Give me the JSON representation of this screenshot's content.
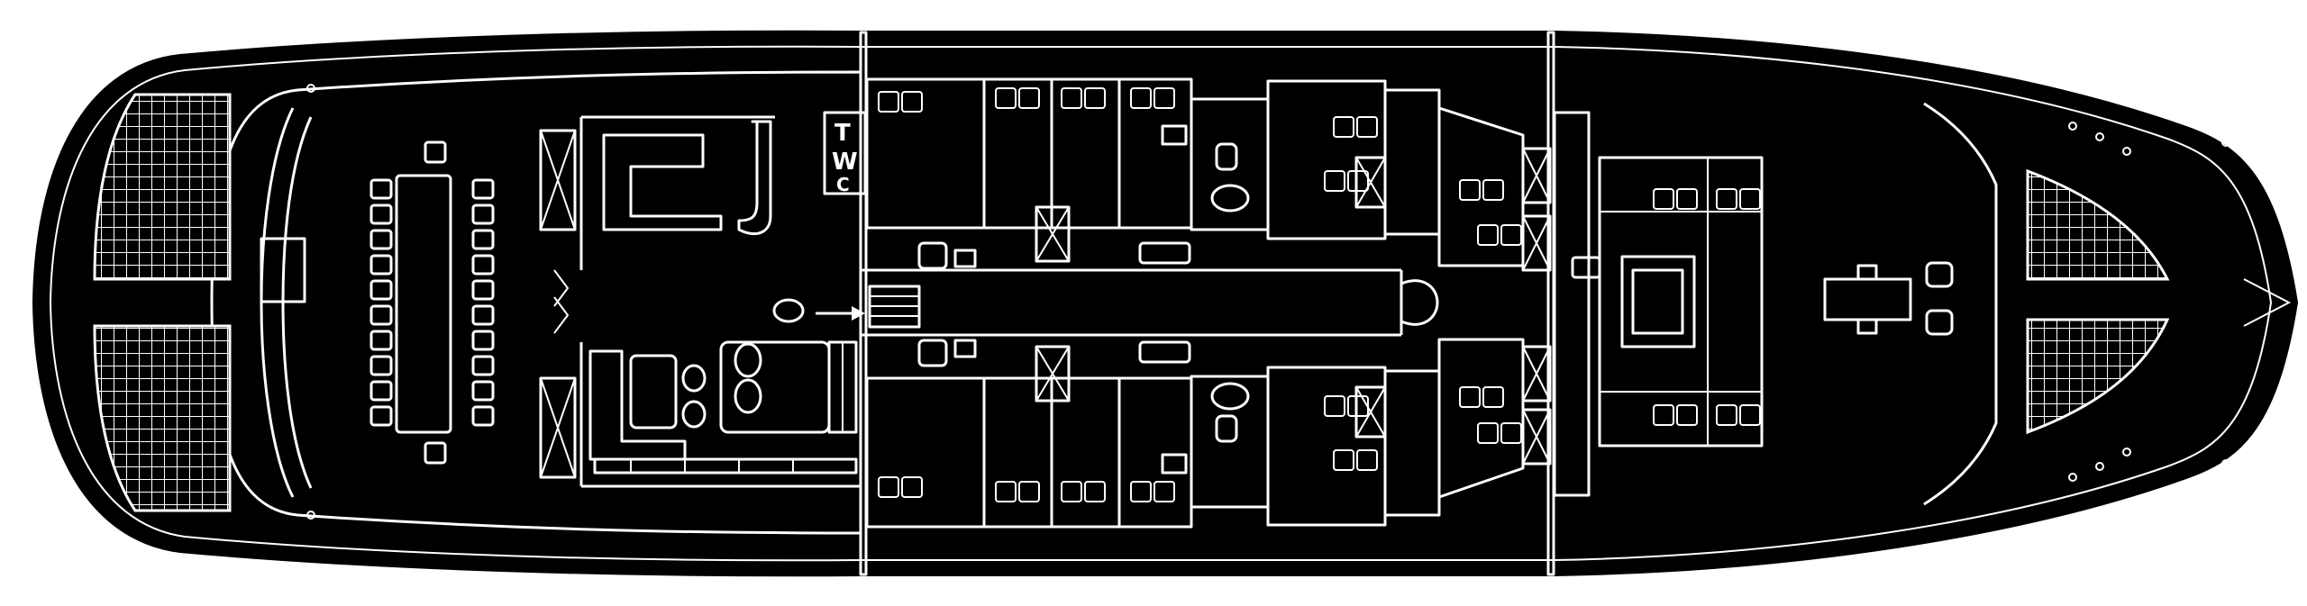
{
  "diagram": {
    "kind": "deck-plan",
    "background": "#ffffff",
    "hull_fill": "#000000",
    "line_color": "#ffffff",
    "labels": {
      "toilet_letter": "T",
      "wc_letter": "W",
      "wc_letter2": "C"
    }
  }
}
